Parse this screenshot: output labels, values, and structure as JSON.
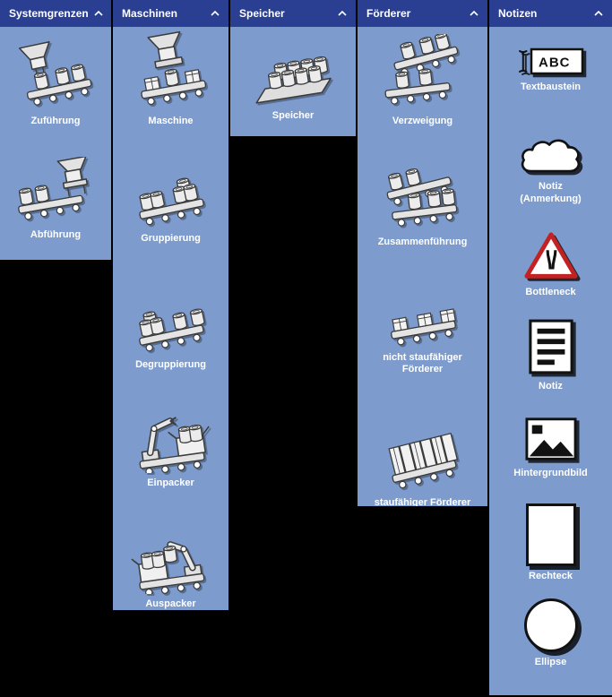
{
  "groups": [
    {
      "title": "Systemgrenzen",
      "items": [
        {
          "label": "Zuführung"
        },
        {
          "label": "Abführung"
        }
      ]
    },
    {
      "title": "Maschinen",
      "items": [
        {
          "label": "Maschine"
        },
        {
          "label": "Gruppierung"
        },
        {
          "label": "Degruppierung"
        },
        {
          "label": "Einpacker"
        },
        {
          "label": "Auspacker"
        }
      ]
    },
    {
      "title": "Speicher",
      "items": [
        {
          "label": "Speicher"
        }
      ]
    },
    {
      "title": "Förderer",
      "items": [
        {
          "label": "Verzweigung"
        },
        {
          "label": "Zusammenführung"
        },
        {
          "label": "nicht staufähiger Förderer"
        },
        {
          "label": "staufähiger Förderer"
        }
      ]
    },
    {
      "title": "Notizen",
      "items": [
        {
          "label": "Textbaustein"
        },
        {
          "label": "Notiz (Anmerkung)"
        },
        {
          "label": "Bottleneck"
        },
        {
          "label": "Notiz"
        },
        {
          "label": "Hintergrundbild"
        },
        {
          "label": "Rechteck"
        },
        {
          "label": "Ellipse"
        }
      ]
    }
  ],
  "icons": {
    "textbaustein_text": "ABC"
  },
  "colors": {
    "header_bg": "#2b3f92",
    "body_bg": "#7d9ccd",
    "canvas_bg": "#000000",
    "label_color": "#ffffff",
    "bottleneck_red": "#c32222"
  }
}
